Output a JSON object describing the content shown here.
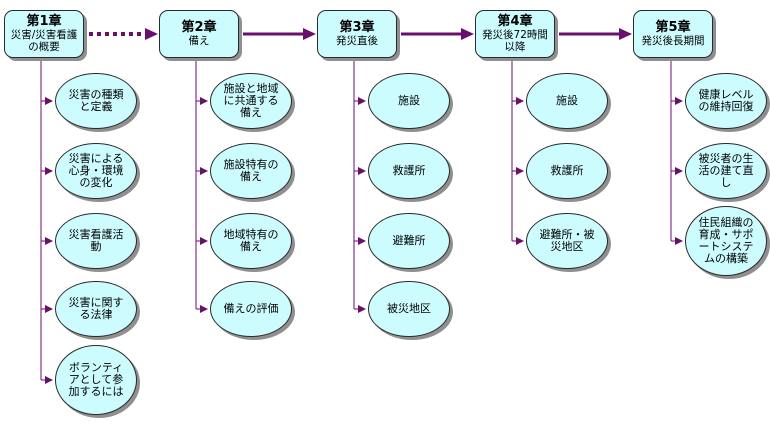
{
  "chapters": [
    {
      "title": "第1章",
      "subtitle": "災害/災害看護の概要",
      "topics": [
        "災害の種類と定義",
        "災害による心身・環境の変化",
        "災害看護活動",
        "災害に関する法律",
        "ボランティアとして参加するには"
      ]
    },
    {
      "title": "第2章",
      "subtitle": "備え",
      "topics": [
        "施設と地域に共通する備え",
        "施設特有の備え",
        "地域特有の備え",
        "備えの評価"
      ]
    },
    {
      "title": "第3章",
      "subtitle": "発災直後",
      "topics": [
        "施設",
        "救護所",
        "避難所",
        "被災地区"
      ]
    },
    {
      "title": "第4章",
      "subtitle": "発災後72時間以降",
      "topics": [
        "施設",
        "救護所",
        "避難所・被災地区"
      ]
    },
    {
      "title": "第5章",
      "subtitle": "発災後長期間",
      "topics": [
        "健康レベルの維持回復",
        "被災者の生活の建て直し",
        "住民組織の育成・サポートシステムの構築"
      ]
    }
  ],
  "colors": {
    "line": "#6a0f6e",
    "fill": "#cdfcff",
    "border": "#2a2a2a",
    "shadow": "#8f8f8f"
  }
}
